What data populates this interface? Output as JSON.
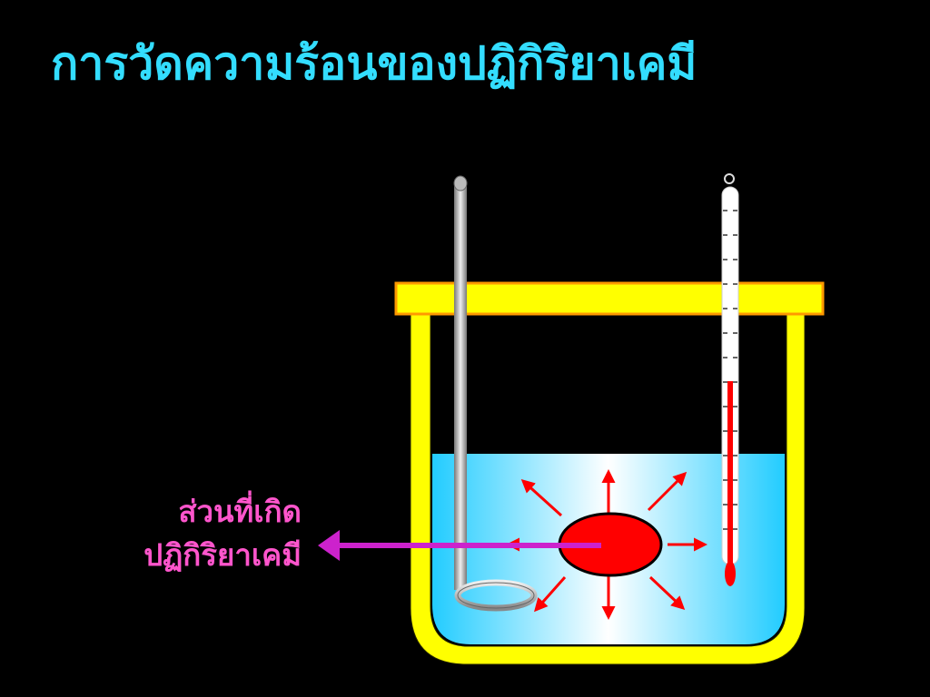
{
  "slide": {
    "title": "การวัดความร้อนของปฏิกิริยาเคมี"
  },
  "callout": {
    "line1": "ส่วนที่เกิด",
    "line2": "ปฏิกิริยาเคมี"
  },
  "colors": {
    "background": "#000000",
    "title": "#33ddff",
    "callout_text": "#ff55cc",
    "callout_arrow": "#cc22cc",
    "container": "#ffff00",
    "lid": "#ffff00",
    "lid_border": "#ff9900",
    "water_edge": "#22ccff",
    "water_center": "#ffffff",
    "reaction_ellipse": "#ff0000",
    "heat_arrows": "#ff0000",
    "thermometer_liquid": "#ff0000"
  },
  "icons": {
    "stirrer": "stirrer-rod-icon",
    "thermometer": "thermometer-icon",
    "reaction": "reaction-site-icon",
    "heat": "heat-arrow-icon"
  }
}
